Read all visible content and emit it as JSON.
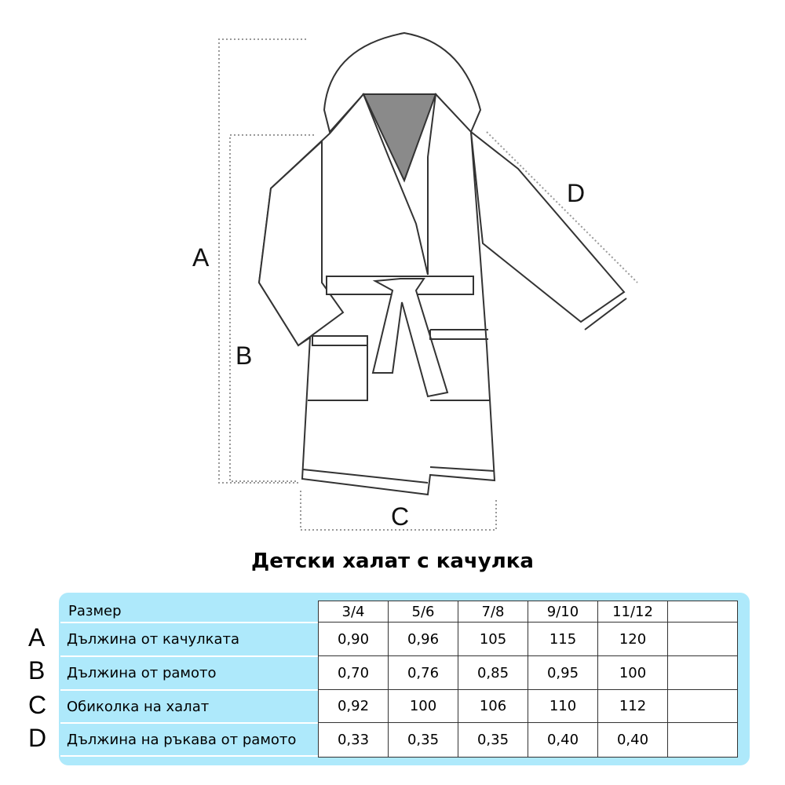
{
  "diagram": {
    "labels": {
      "A": "A",
      "B": "B",
      "C": "C",
      "D": "D"
    },
    "title": "Детски халат с качулка"
  },
  "table": {
    "header_label": "Размер",
    "sizes": [
      "3/4",
      "5/6",
      "7/8",
      "9/10",
      "11/12",
      ""
    ],
    "rows": [
      {
        "letter": "A",
        "label": "Дължина от качулката",
        "values": [
          "0,90",
          "0,96",
          "105",
          "115",
          "120",
          ""
        ]
      },
      {
        "letter": "B",
        "label": "Дължина от рамото",
        "values": [
          "0,70",
          "0,76",
          "0,85",
          "0,95",
          "100",
          ""
        ]
      },
      {
        "letter": "C",
        "label": "Обиколка на халат",
        "values": [
          "0,92",
          "100",
          "106",
          "110",
          "112",
          ""
        ]
      },
      {
        "letter": "D",
        "label": "Дължина на ръкава от рамото",
        "values": [
          "0,33",
          "0,35",
          "0,35",
          "0,40",
          "0,40",
          ""
        ]
      }
    ]
  },
  "colors": {
    "panel": "#aee9fb",
    "hood_inner": "#8a8a8a"
  }
}
